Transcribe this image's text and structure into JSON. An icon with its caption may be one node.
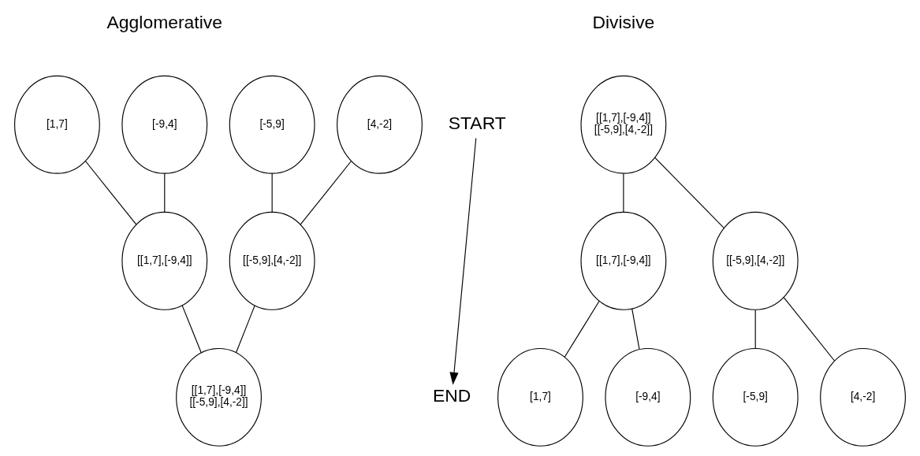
{
  "diagram": {
    "nodes": [
      {
        "text": [
          "[1,7]"
        ]
      },
      {
        "text": [
          "[-9,4]"
        ]
      },
      {
        "text": [
          "[-5,9]"
        ]
      },
      {
        "text": [
          "[4,-2]"
        ]
      },
      {
        "text": [
          "[[1,7],[-9,4]]"
        ]
      },
      {
        "text": [
          "[[-5,9],[4,-2]]"
        ]
      },
      {
        "text": [
          "[[1,7],[-9,4]] [[-5,9],[4,-2]]"
        ]
      },
      {
        "text": [
          "START"
        ]
      },
      {
        "text": [
          "END"
        ]
      },
      {
        "text": [
          "[[1,7],[-9,4]] [[-5,9],[4,-2]]"
        ]
      },
      {
        "text": [
          "[[1,7],[-9,4]]"
        ]
      },
      {
        "text": [
          "[[-5,9],[4,-2]]"
        ]
      },
      {
        "text": [
          "[1,7]"
        ]
      },
      {
        "text": [
          "[-9,4]"
        ]
      },
      {
        "text": [
          "[-5,9]"
        ]
      },
      {
        "text": [
          "[4,-2]"
        ]
      }
    ],
    "edges": [
      {
        "from": 0,
        "to": 4,
        "arrow": "none"
      },
      {
        "from": 1,
        "to": 4,
        "arrow": "none"
      },
      {
        "from": 2,
        "to": 5,
        "arrow": "none"
      },
      {
        "from": 3,
        "to": 5,
        "arrow": "none"
      },
      {
        "from": 4,
        "to": 6,
        "arrow": "none"
      },
      {
        "from": 5,
        "to": 6,
        "arrow": "none"
      },
      {
        "from": 7,
        "to": 8,
        "arrow": "to"
      },
      {
        "from": 9,
        "to": 10,
        "arrow": "none"
      },
      {
        "from": 9,
        "to": 11,
        "arrow": "none"
      },
      {
        "from": 10,
        "to": 12,
        "arrow": "none"
      },
      {
        "from": 10,
        "to": 13,
        "arrow": "none"
      },
      {
        "from": 11,
        "to": 14,
        "arrow": "none"
      },
      {
        "from": 11,
        "to": 15,
        "arrow": "none"
      }
    ],
    "labels": [
      "Agglomerative",
      "Divisive"
    ]
  }
}
